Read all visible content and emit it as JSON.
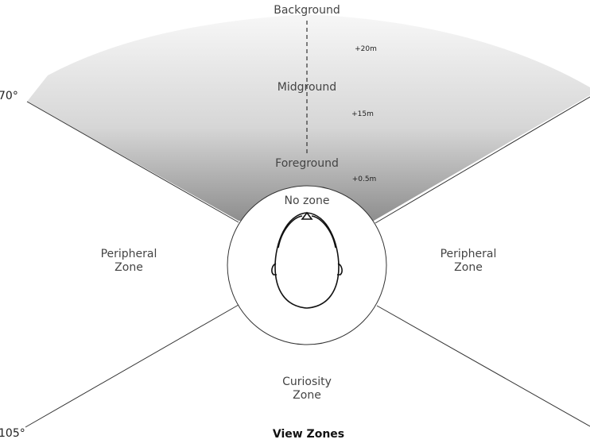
{
  "zones": {
    "background": "Background",
    "midground": "Midground",
    "foreground": "Foreground",
    "no_zone": "No zone",
    "peripheral_left": [
      "Peripheral",
      "Zone"
    ],
    "peripheral_right": [
      "Peripheral",
      "Zone"
    ],
    "curiosity": [
      "Curiosity",
      "Zone"
    ]
  },
  "distances": {
    "background": "+20m",
    "midground": "+15m",
    "foreground": "+0.5m"
  },
  "angles": {
    "top": "70°",
    "bottom": "105°"
  },
  "title": "View Zones",
  "colors": {
    "field_top": "#f7f7f7",
    "field_bottom": "#8e8e8e",
    "line": "#333333"
  }
}
